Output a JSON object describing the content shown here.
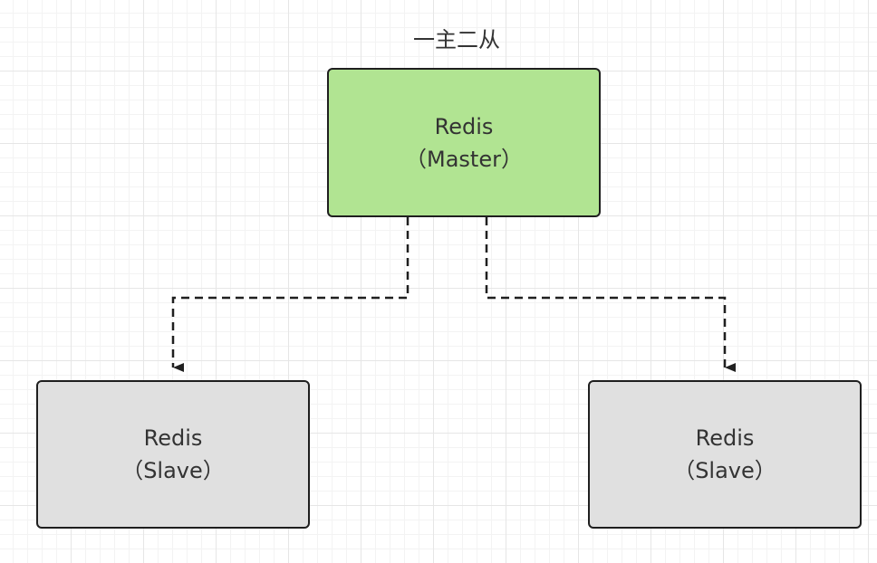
{
  "diagram": {
    "title": "一主二从",
    "master": {
      "name": "Redis",
      "role": "（Master）"
    },
    "slaves": [
      {
        "name": "Redis",
        "role": "（Slave）"
      },
      {
        "name": "Redis",
        "role": "（Slave）"
      }
    ]
  },
  "colors": {
    "master_fill": "#b1e492",
    "slave_fill": "#e0e0e0",
    "border": "#1f1f1f",
    "connector": "#1f1f1f"
  }
}
